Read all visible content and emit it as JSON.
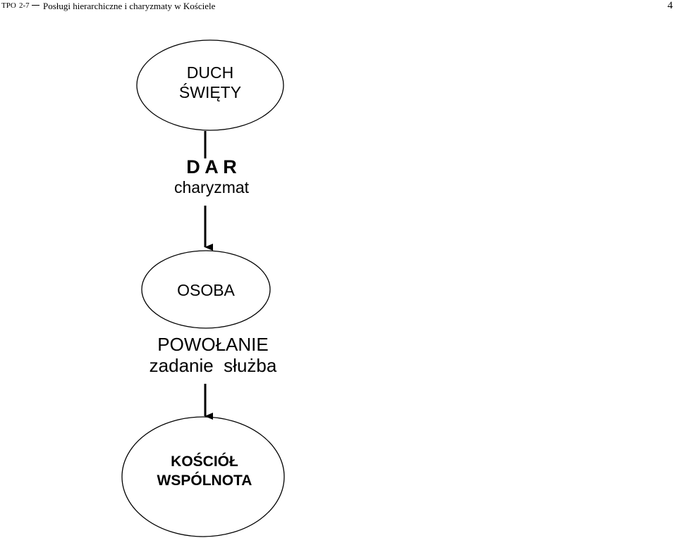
{
  "header": {
    "code": "TPO",
    "number": "2-7",
    "title": "Posługi hierarchiczne i charyzmaty w Kościele",
    "page": "4"
  },
  "diagram": {
    "spirit": {
      "line1": "DUCH",
      "line2": "ŚWIĘTY"
    },
    "gift": {
      "line1": "D A R",
      "line2": "charyzmat"
    },
    "person": {
      "label": "OSOBA"
    },
    "calling": {
      "line1": "POWOŁANIE",
      "line2": "zadanie  służba"
    },
    "church": {
      "line1": "KOŚCIÓŁ",
      "line2": "WSPÓLNOTA"
    }
  }
}
